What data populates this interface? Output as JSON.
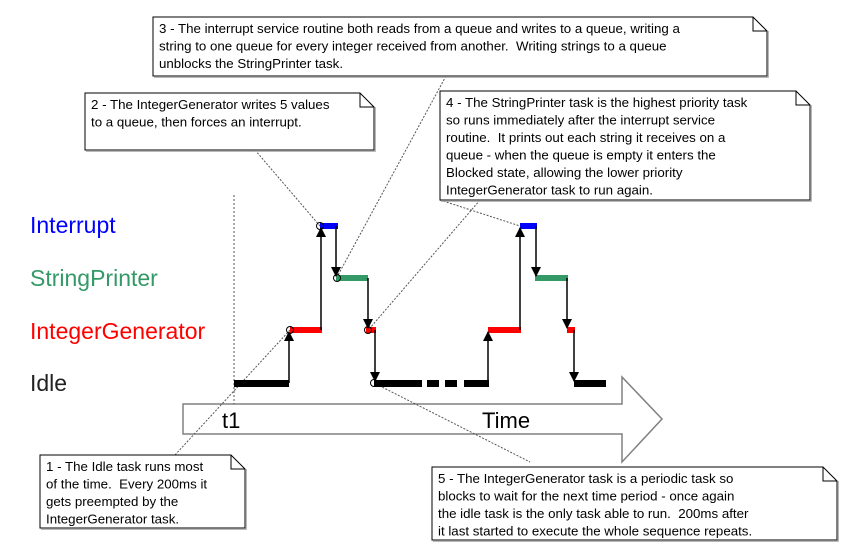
{
  "colors": {
    "interrupt": "#0000ff",
    "string_printer": "#339966",
    "integer_generator": "#ff0000",
    "idle": "#000000",
    "box_border": "#a0a0a0",
    "arrow_border": "#808080"
  },
  "task_labels": {
    "interrupt": "Interrupt",
    "string_printer": "StringPrinter",
    "integer_generator": "IntegerGenerator",
    "idle": "Idle"
  },
  "time_axis": {
    "t1_label": "t1",
    "time_label": "Time"
  },
  "callouts": [
    {
      "id": "1",
      "lines": [
        "1 - The Idle task runs most",
        "of the time.  Every 200ms it",
        "gets preempted by the",
        "IntegerGenerator task."
      ]
    },
    {
      "id": "2",
      "lines": [
        "2 - The IntegerGenerator writes 5 values",
        "to a queue, then forces an interrupt."
      ]
    },
    {
      "id": "3",
      "lines": [
        "3 - The interrupt service routine both reads from a queue and writes to a queue, writing a",
        "string to one queue for every integer received from another.  Writing strings to a queue",
        "unblocks the StringPrinter task."
      ]
    },
    {
      "id": "4",
      "lines": [
        "4 - The StringPrinter task is the highest priority task",
        "so runs immediately after the interrupt service",
        "routine.  It prints out each string it receives on a",
        "queue - when the queue is empty it enters the",
        "Blocked state, allowing the lower priority",
        "IntegerGenerator task to run again."
      ]
    },
    {
      "id": "5",
      "lines": [
        "5 - The IntegerGenerator task is a periodic task so",
        "blocks to wait for the next time period - once again",
        "the idle task is the only task able to run.  200ms after",
        "it last started to execute the whole sequence repeats."
      ]
    }
  ],
  "execution_sequence": [
    {
      "task": "idle",
      "order": 1
    },
    {
      "task": "integer_generator",
      "order": 2
    },
    {
      "task": "interrupt",
      "order": 3
    },
    {
      "task": "string_printer",
      "order": 4
    },
    {
      "task": "integer_generator",
      "order": 5
    },
    {
      "task": "idle",
      "order": 6
    },
    {
      "task": "integer_generator",
      "order": 7
    },
    {
      "task": "interrupt",
      "order": 8
    },
    {
      "task": "string_printer",
      "order": 9
    },
    {
      "task": "integer_generator",
      "order": 10
    },
    {
      "task": "idle",
      "order": 11
    }
  ]
}
